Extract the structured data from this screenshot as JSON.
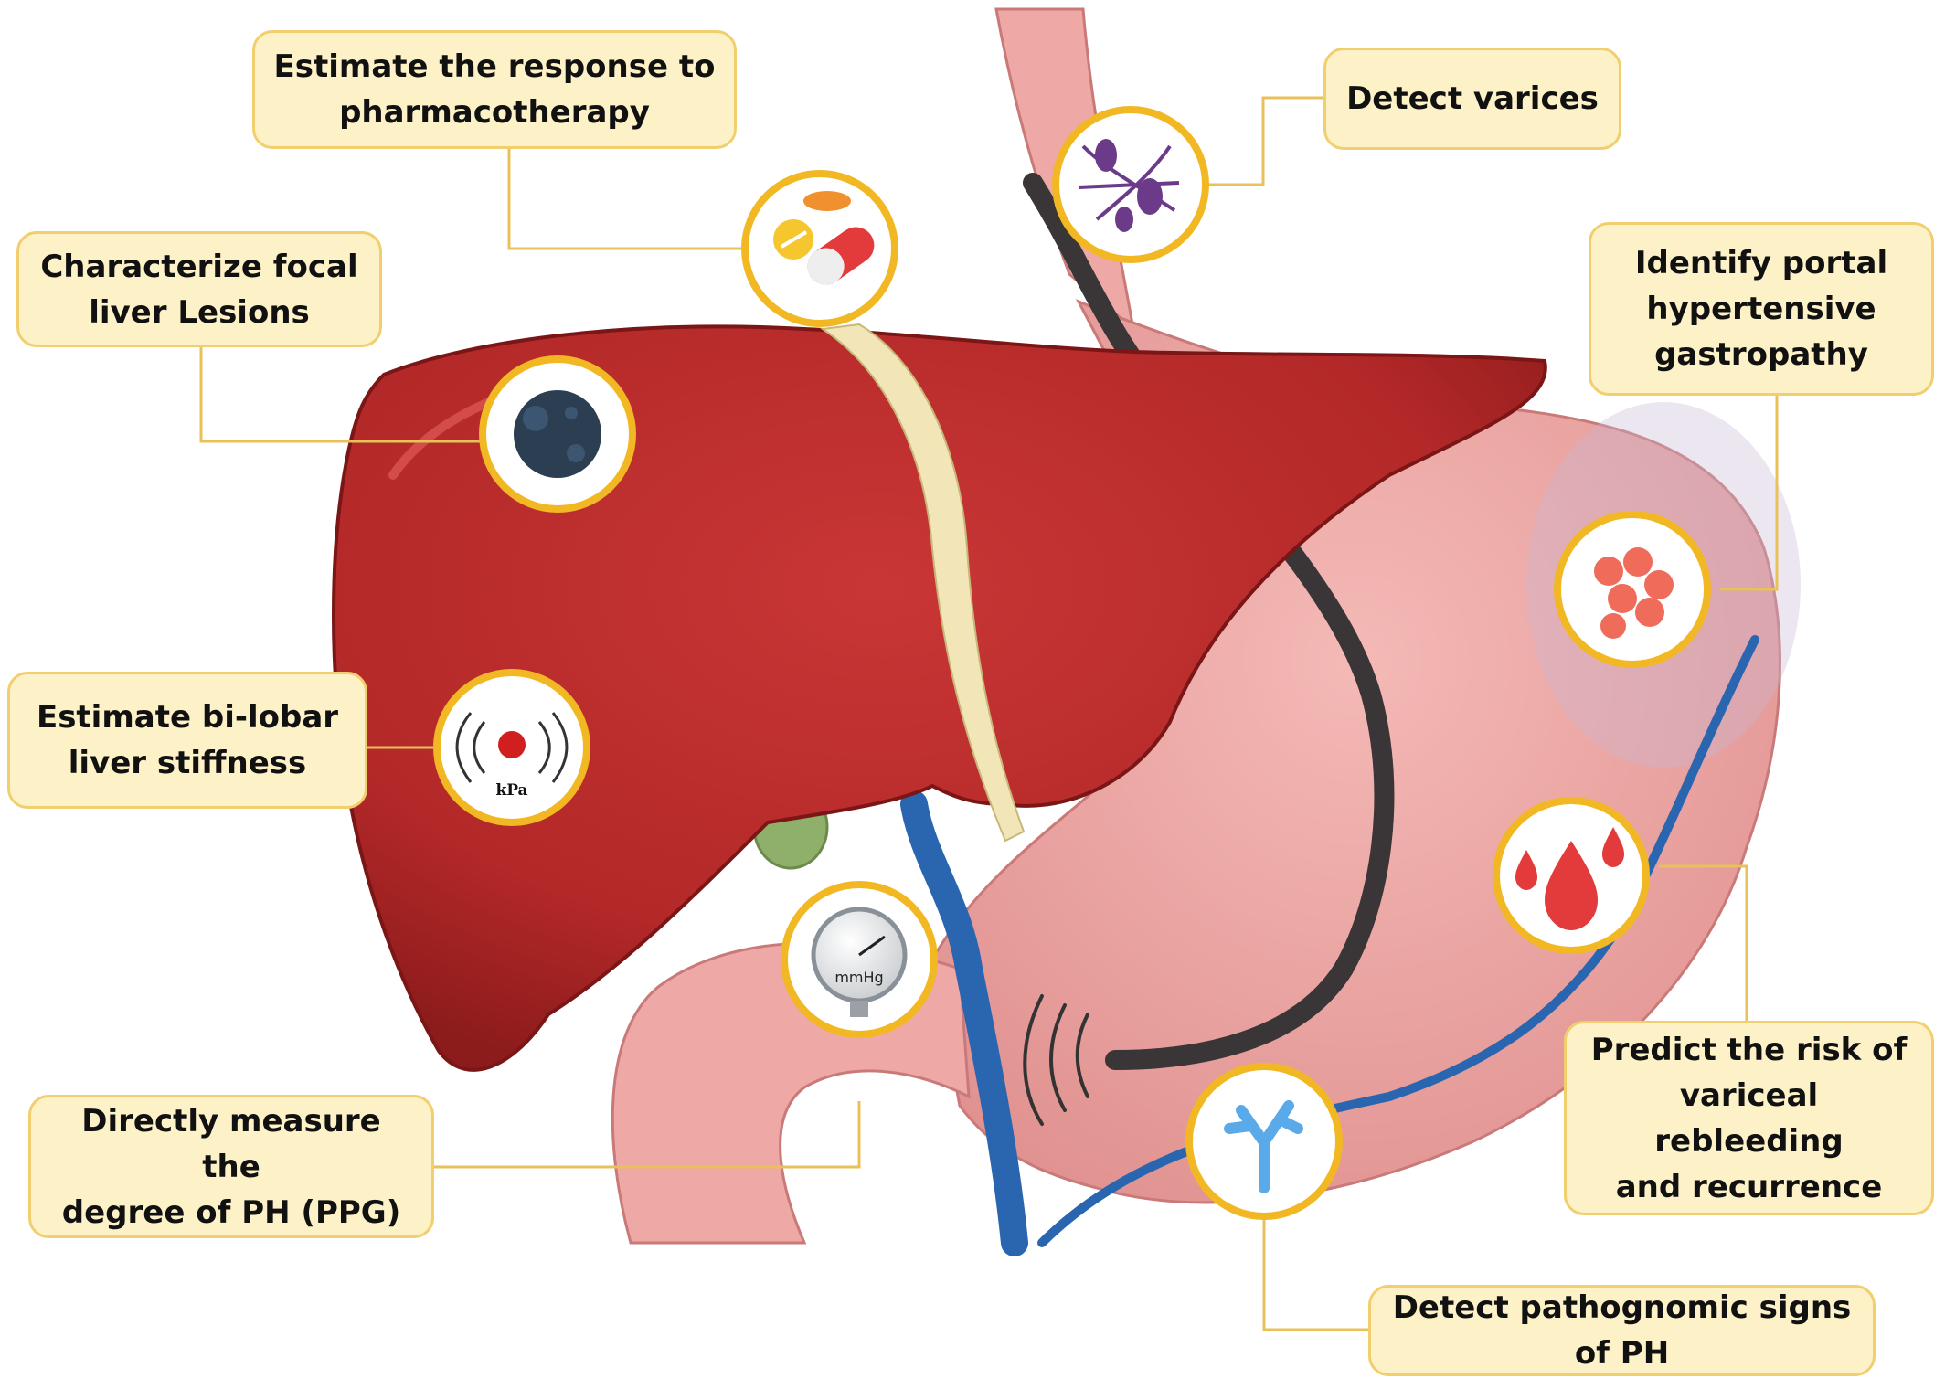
{
  "labels": {
    "response": [
      "Estimate the response to",
      "pharmacotherapy"
    ],
    "varices": [
      "Detect varices"
    ],
    "focal": [
      "Characterize focal",
      "liver Lesions"
    ],
    "gastropathy": [
      "Identify portal",
      "hypertensive",
      "gastropathy"
    ],
    "stiffness": [
      "Estimate bi-lobar",
      "liver stiffness"
    ],
    "rebleeding": [
      "Predict the risk of",
      "variceal rebleeding",
      "and recurrence"
    ],
    "ppg": [
      "Directly measure the",
      "degree of PH (PPG)"
    ],
    "signs": [
      "Detect pathognomic signs of PH"
    ]
  },
  "icons": {
    "stiffness_unit": "kPa",
    "gauge_unit": "mmHg"
  },
  "colors": {
    "box_fill": "#fdf1c7",
    "box_border": "#f2cf6e",
    "connector": "#e8c15a",
    "icon_ring": "#f2b824",
    "liver": "#b52a2a",
    "stomach": "#eea8a6",
    "vein": "#2a66b0"
  }
}
